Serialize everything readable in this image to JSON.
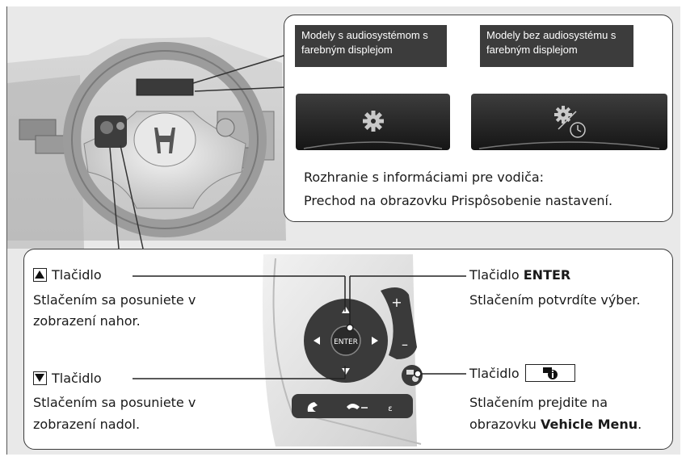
{
  "top_panel": {
    "label_with_color": "Modely s audiosystémom s farebným displejom",
    "label_without_color": "Modely bez audiosystému s farebným displejom",
    "line1": "Rozhranie s informáciami pre vodiča:",
    "line2": "Prechod na obrazovku Prispôsobenie nastavení.",
    "icon_left": "gear-icon",
    "icon_right": "gear-clock-icon"
  },
  "up_button": {
    "label": "Tlačidlo",
    "desc1": "Stlačením sa posuniete v",
    "desc2": "zobrazení nahor.",
    "icon": "triangle-up-icon"
  },
  "down_button": {
    "label": "Tlačidlo",
    "desc1": "Stlačením sa posuniete v",
    "desc2": "zobrazení nadol.",
    "icon": "triangle-down-icon"
  },
  "enter_button": {
    "label_prefix": "Tlačidlo ",
    "label_bold": "ENTER",
    "desc": "Stlačením potvrdíte výber."
  },
  "info_button": {
    "label": "Tlačidlo",
    "desc1": "Stlačením prejdite na",
    "desc2_prefix": "obrazovku ",
    "desc2_bold": "Vehicle Menu",
    "desc2_suffix": ".",
    "icon": "vehicle-info-icon"
  },
  "switch": {
    "enter_text": "ENTER",
    "plus": "+",
    "minus": "–"
  },
  "colors": {
    "dark_label": "#3c3c3c",
    "frame": "#e9e9e9",
    "border": "#3a3a3a"
  }
}
